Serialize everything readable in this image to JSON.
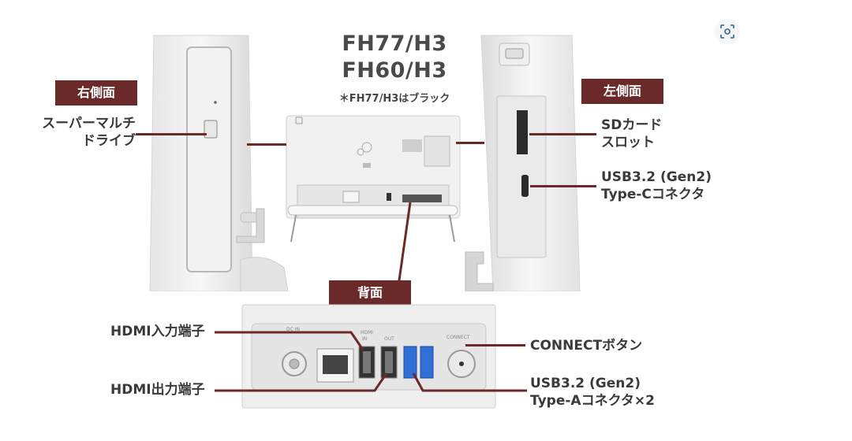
{
  "models": [
    "FH77/H3",
    "FH60/H3"
  ],
  "note": "＊FH77/H3はブラック",
  "tags": {
    "right_side": "右側面",
    "left_side": "左側面",
    "back": "背面"
  },
  "labels": {
    "optical_drive": [
      "スーパーマルチ",
      "ドライブ"
    ],
    "sd_slot": [
      "SDカード",
      "スロット"
    ],
    "usb_c": [
      "USB3.2 (Gen2)",
      "Type-Cコネクタ"
    ],
    "hdmi_in": "HDMI入力端子",
    "hdmi_out": "HDMI出力端子",
    "connect_button": "CONNECTボタン",
    "usb_a": [
      "USB3.2 (Gen2)",
      "Type-Aコネクタ×2"
    ]
  },
  "panel_marks": {
    "dc": "DC IN",
    "hdmi": "HDMI",
    "in": "IN",
    "out": "OUT",
    "connect": "CONNECT"
  },
  "colors": {
    "accent": "#6a2a2a",
    "usb_blue": "#2f6fd6",
    "device_white": "#eeeeee"
  }
}
